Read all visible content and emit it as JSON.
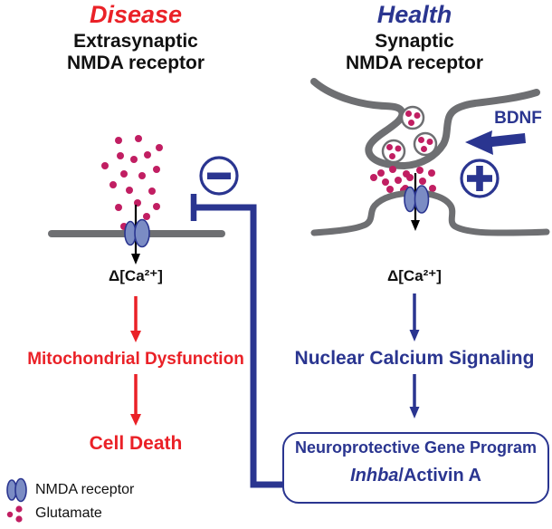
{
  "colors": {
    "red": "#EA2127",
    "navy": "#2A3590",
    "magenta": "#C11E62",
    "gray": "#6E6F72",
    "receptor": "#7B8CC4",
    "ink": "#111111"
  },
  "left_panel": {
    "title": "Disease",
    "subtitle": "Extrasynaptic\nNMDA receptor",
    "sign": "−",
    "calcium_label": "Δ[Ca²⁺]",
    "step1": "Mitochondrial Dysfunction",
    "step2": "Cell Death"
  },
  "right_panel": {
    "title": "Health",
    "subtitle": "Synaptic\nNMDA receptor",
    "bdnf_label": "BDNF",
    "sign": "+",
    "calcium_label": "Δ[Ca²⁺]",
    "step1": "Nuclear Calcium Signaling",
    "box_title": "Neuroprotective Gene Program",
    "box_gene_italic": "Inhba",
    "box_gene_rest": "/Activin A"
  },
  "legend": {
    "items": [
      {
        "icon": "nmda-receptor-icon",
        "label": "NMDA receptor"
      },
      {
        "icon": "glutamate-icon",
        "label": "Glutamate"
      }
    ]
  }
}
